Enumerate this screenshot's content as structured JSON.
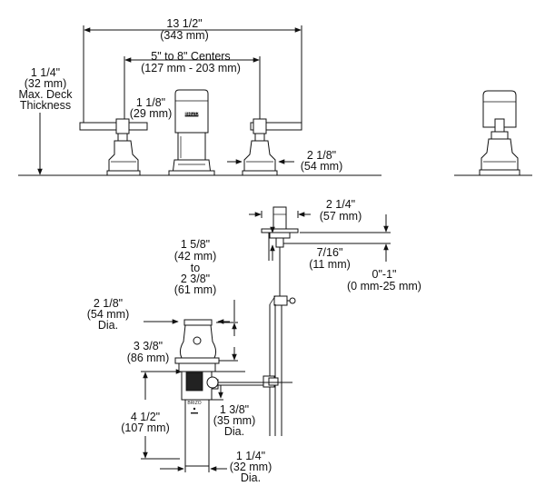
{
  "dimensions": {
    "overall_width": {
      "imperial": "13 1/2\"",
      "metric": "(343 mm)"
    },
    "centers": {
      "imperial": "5\" to 8\" Centers",
      "metric": "(127 mm - 203 mm)"
    },
    "deck_thickness": {
      "imperial": "1 1/4\"",
      "metric": "(32 mm)",
      "line3": "Max. Deck",
      "line4": "Thickness"
    },
    "handle_base_height": {
      "imperial": "1 1/8\"",
      "metric": "(29 mm)"
    },
    "handle_base_width": {
      "imperial": "2 1/8\"",
      "metric": "(54 mm)"
    },
    "diverter_width": {
      "imperial": "2 1/4\"",
      "metric": "(57 mm)"
    },
    "diverter_drop": {
      "imperial": "7/16\"",
      "metric": "(11 mm)"
    },
    "adjust_range": {
      "imperial": "0\"-1\"",
      "metric": "(0 mm-25 mm)"
    },
    "drain_top_height": {
      "imperial": "1 5/8\"",
      "metric": "(42 mm)",
      "to": "to",
      "imperial2": "2 3/8\"",
      "metric2": "(61 mm)"
    },
    "flange_dia": {
      "imperial": "2 1/8\"",
      "metric": "(54 mm)",
      "suffix": "Dia."
    },
    "drain_body_height": {
      "imperial": "3 3/8\"",
      "metric": "(86 mm)"
    },
    "tailpiece_height": {
      "imperial": "4 1/2\"",
      "metric": "(107 mm)"
    },
    "body_dia": {
      "imperial": "1 3/8\"",
      "metric": "(35 mm)",
      "suffix": "Dia."
    },
    "tailpiece_dia": {
      "imperial": "1 1/4\"",
      "metric": "(32 mm)",
      "suffix": "Dia."
    }
  },
  "brand_marks": {
    "spout": "BRIZO",
    "drain": "BRIZO"
  },
  "colors": {
    "line": "#111111",
    "fill": "#ffffff",
    "dark_part": "#222222"
  }
}
